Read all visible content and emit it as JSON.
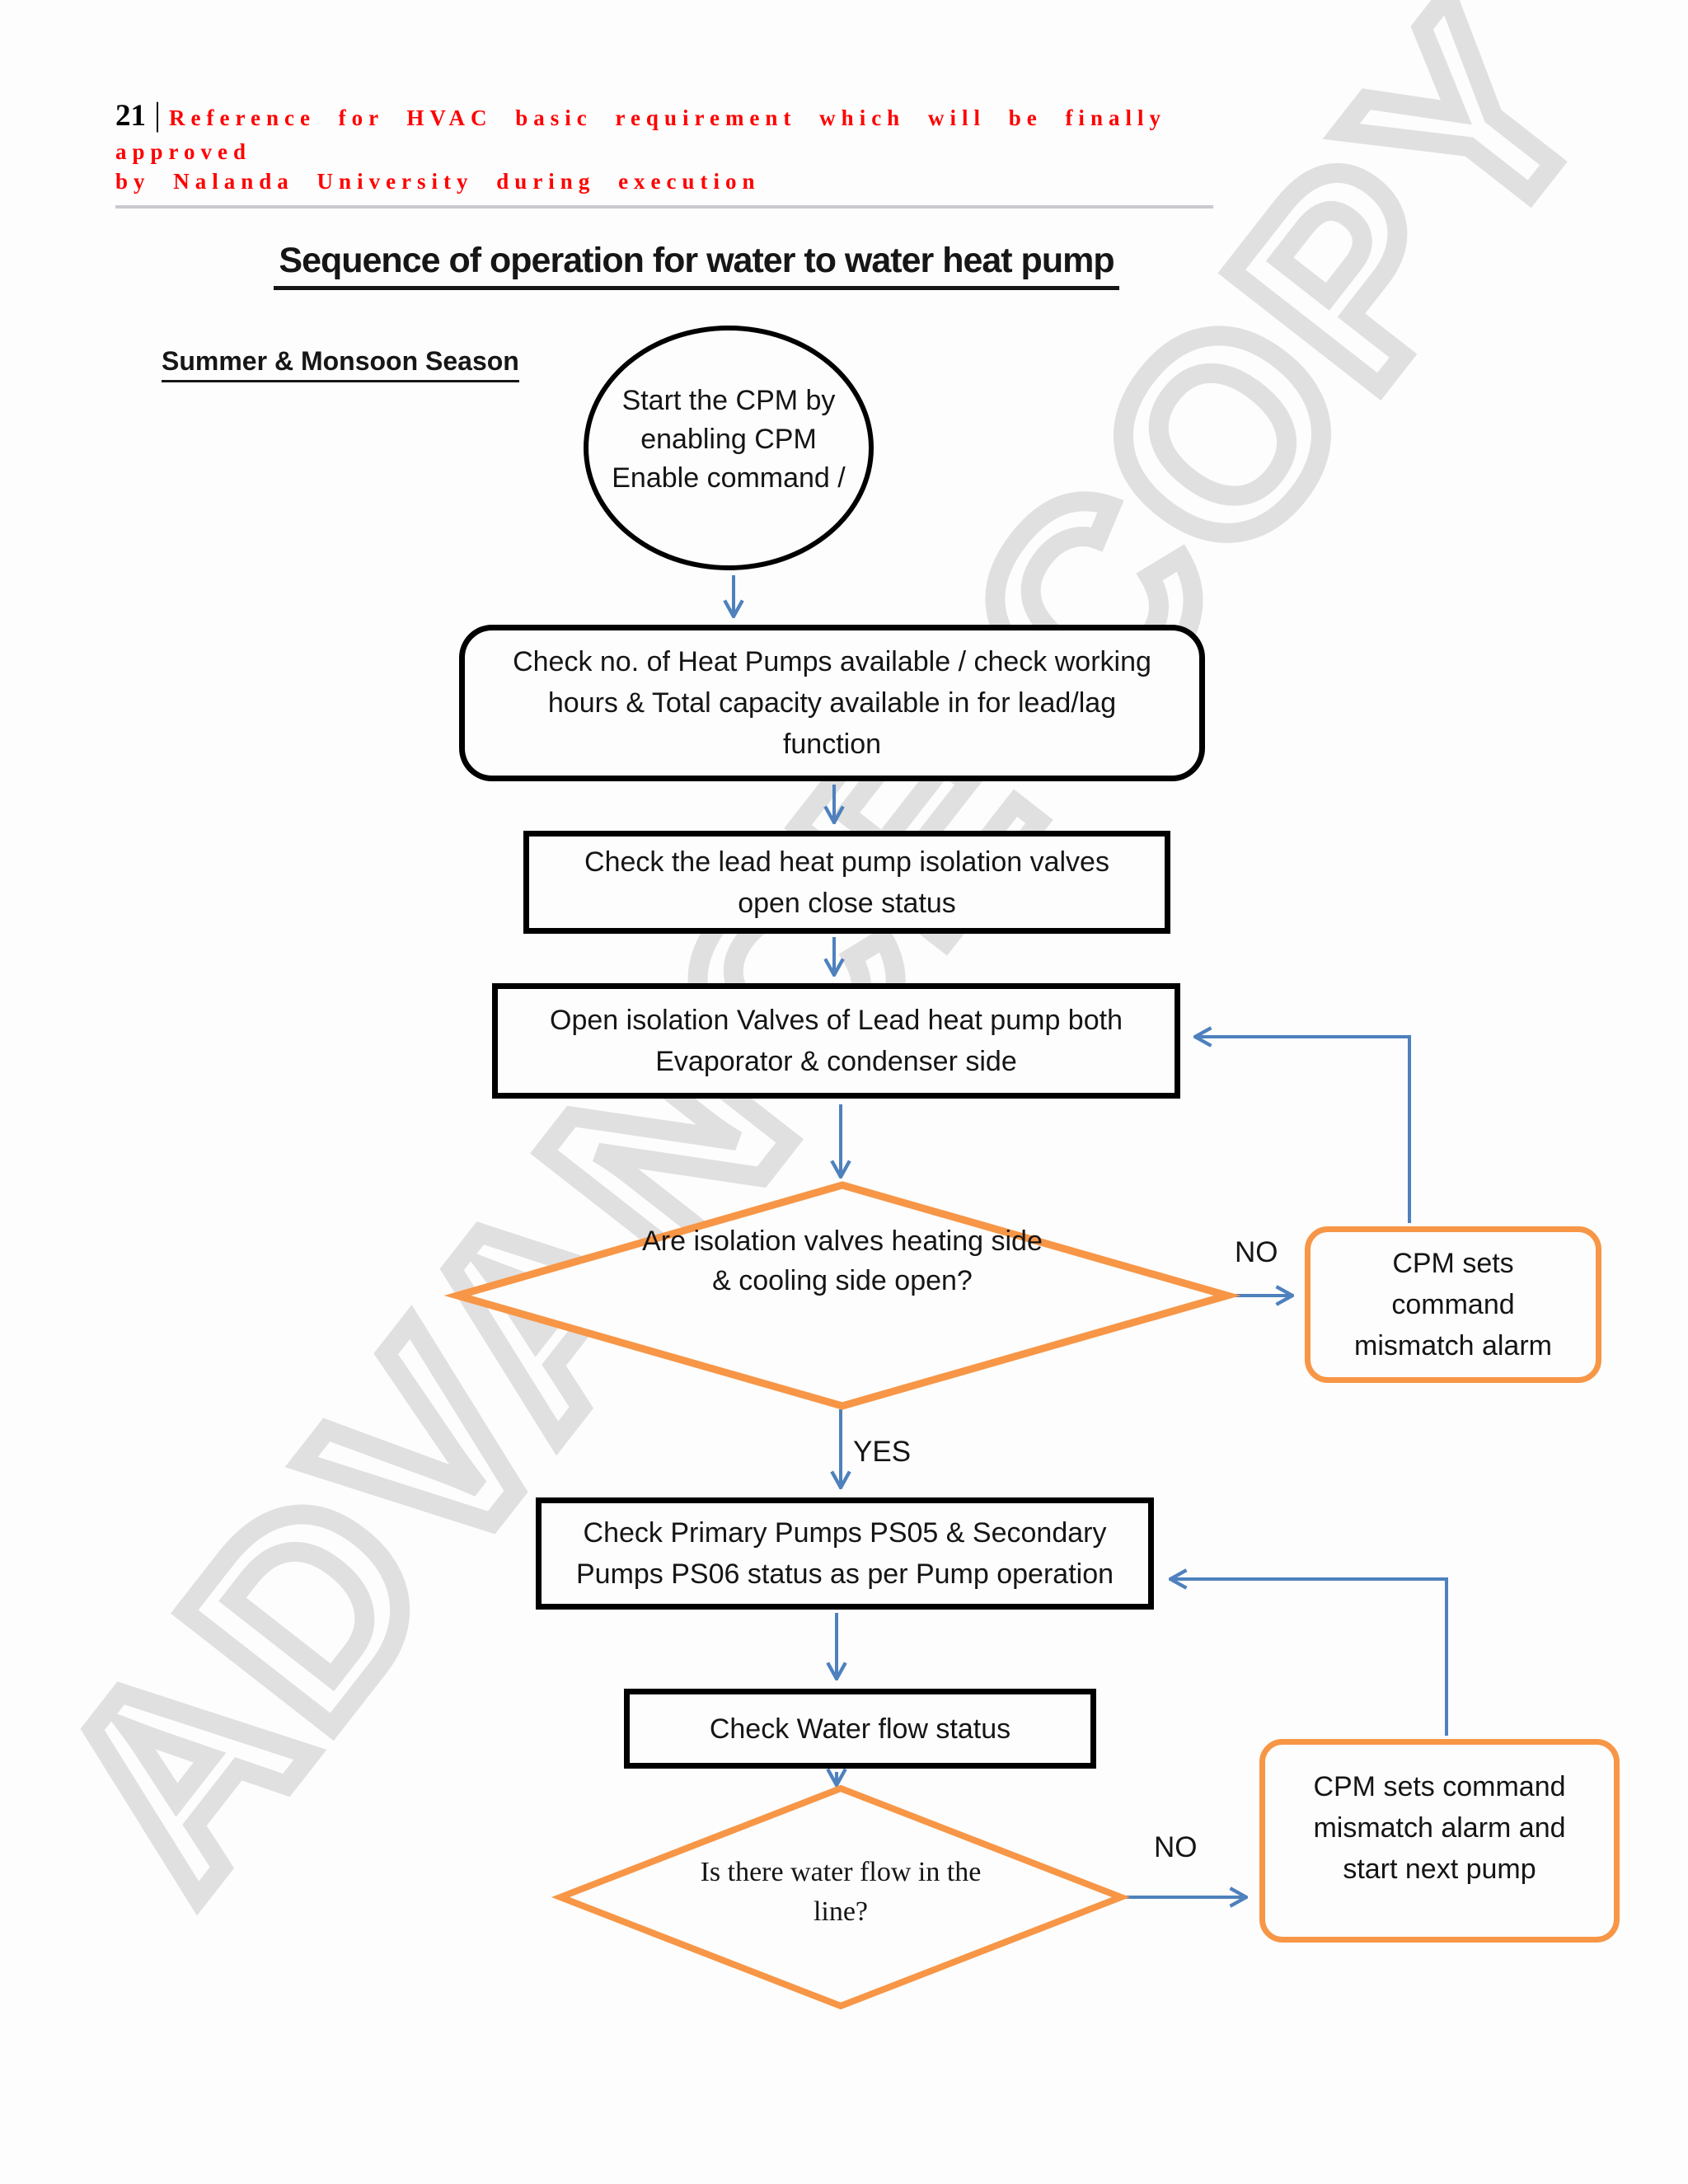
{
  "header": {
    "page_number": "21",
    "separator": "|",
    "line1": "Reference for HVAC basic requirement which will be finally approved",
    "line2": "by Nalanda University during execution"
  },
  "title": "Sequence of operation for water to water heat pump",
  "season_label": "Summer & Monsoon Season",
  "watermark": "ADVANCE COPY",
  "nodes": {
    "start": {
      "shape": "ellipse",
      "lines": [
        "Start the CPM by",
        "enabling CPM",
        "Enable command /"
      ]
    },
    "check_heat_pumps": {
      "shape": "rounded-rect",
      "lines": [
        "Check no. of Heat Pumps available / check working",
        "hours & Total capacity available in for lead/lag",
        "function"
      ]
    },
    "check_isolation_status": {
      "shape": "rect",
      "lines": [
        "Check the lead heat pump isolation valves",
        "open close status"
      ]
    },
    "open_isolation_valves": {
      "shape": "rect",
      "lines": [
        "Open isolation Valves of Lead heat pump both",
        "Evaporator & condenser side"
      ]
    },
    "valves_open_decision": {
      "shape": "diamond",
      "lines": [
        "Are isolation valves",
        "heating side & cooling",
        "side open?"
      ]
    },
    "cpm_alarm_1": {
      "shape": "rounded-rect-orange",
      "lines": [
        "CPM sets",
        "command",
        "mismatch alarm"
      ]
    },
    "check_pumps": {
      "shape": "rect",
      "lines": [
        "Check Primary Pumps PS05 & Secondary",
        "Pumps PS06 status as per Pump operation"
      ]
    },
    "check_water_flow": {
      "shape": "rect",
      "lines": [
        "Check Water flow status"
      ]
    },
    "water_flow_decision": {
      "shape": "diamond",
      "lines": [
        "Is there water",
        "flow in the line?"
      ]
    },
    "cpm_alarm_2": {
      "shape": "rounded-rect-orange",
      "lines": [
        "CPM sets command",
        "mismatch alarm and",
        "start next pump"
      ]
    }
  },
  "edge_labels": {
    "valves_no": "NO",
    "valves_yes": "YES",
    "flow_no": "NO"
  },
  "colors": {
    "accent_orange": "#F79646",
    "arrow_blue": "#4E81BD",
    "header_red": "#FE0000",
    "watermark_gray": "#DCDCDC",
    "border_black": "#000000"
  }
}
